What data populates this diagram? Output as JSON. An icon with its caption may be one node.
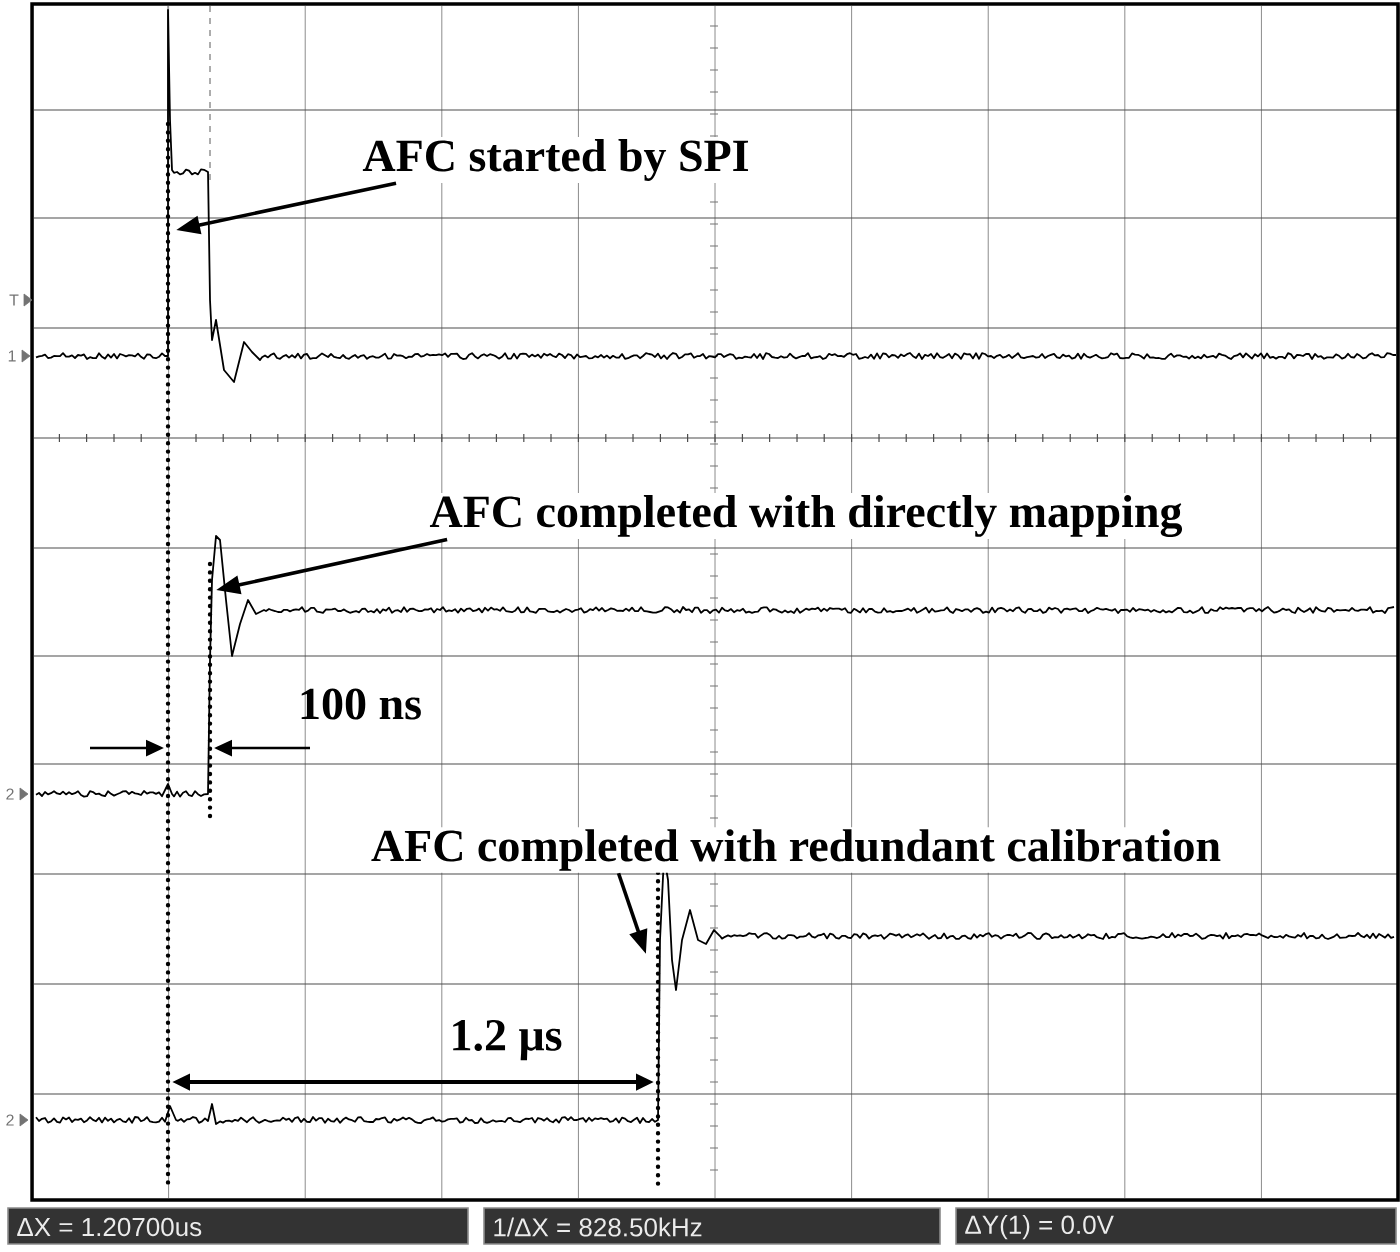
{
  "diagram": {
    "nodes": [
      {
        "text": [
          "AFC started by SPI"
        ]
      },
      {
        "text": [
          "AFC completed with directly mapping"
        ]
      },
      {
        "text": [
          "AFC completed with redundant calibration"
        ]
      }
    ],
    "edges": [
      {
        "from": 0,
        "to": null,
        "arrow": "to"
      },
      {
        "from": 1,
        "to": null,
        "arrow": "to"
      },
      {
        "from": 2,
        "to": null,
        "arrow": "to"
      }
    ],
    "labels": [
      "T",
      "1",
      "100 ns",
      "2",
      "1.2 μs",
      "2",
      "ΔX = 1.20700us",
      "1/ΔX = 828.50kHz",
      "ΔY(1) = 0.0V"
    ]
  }
}
